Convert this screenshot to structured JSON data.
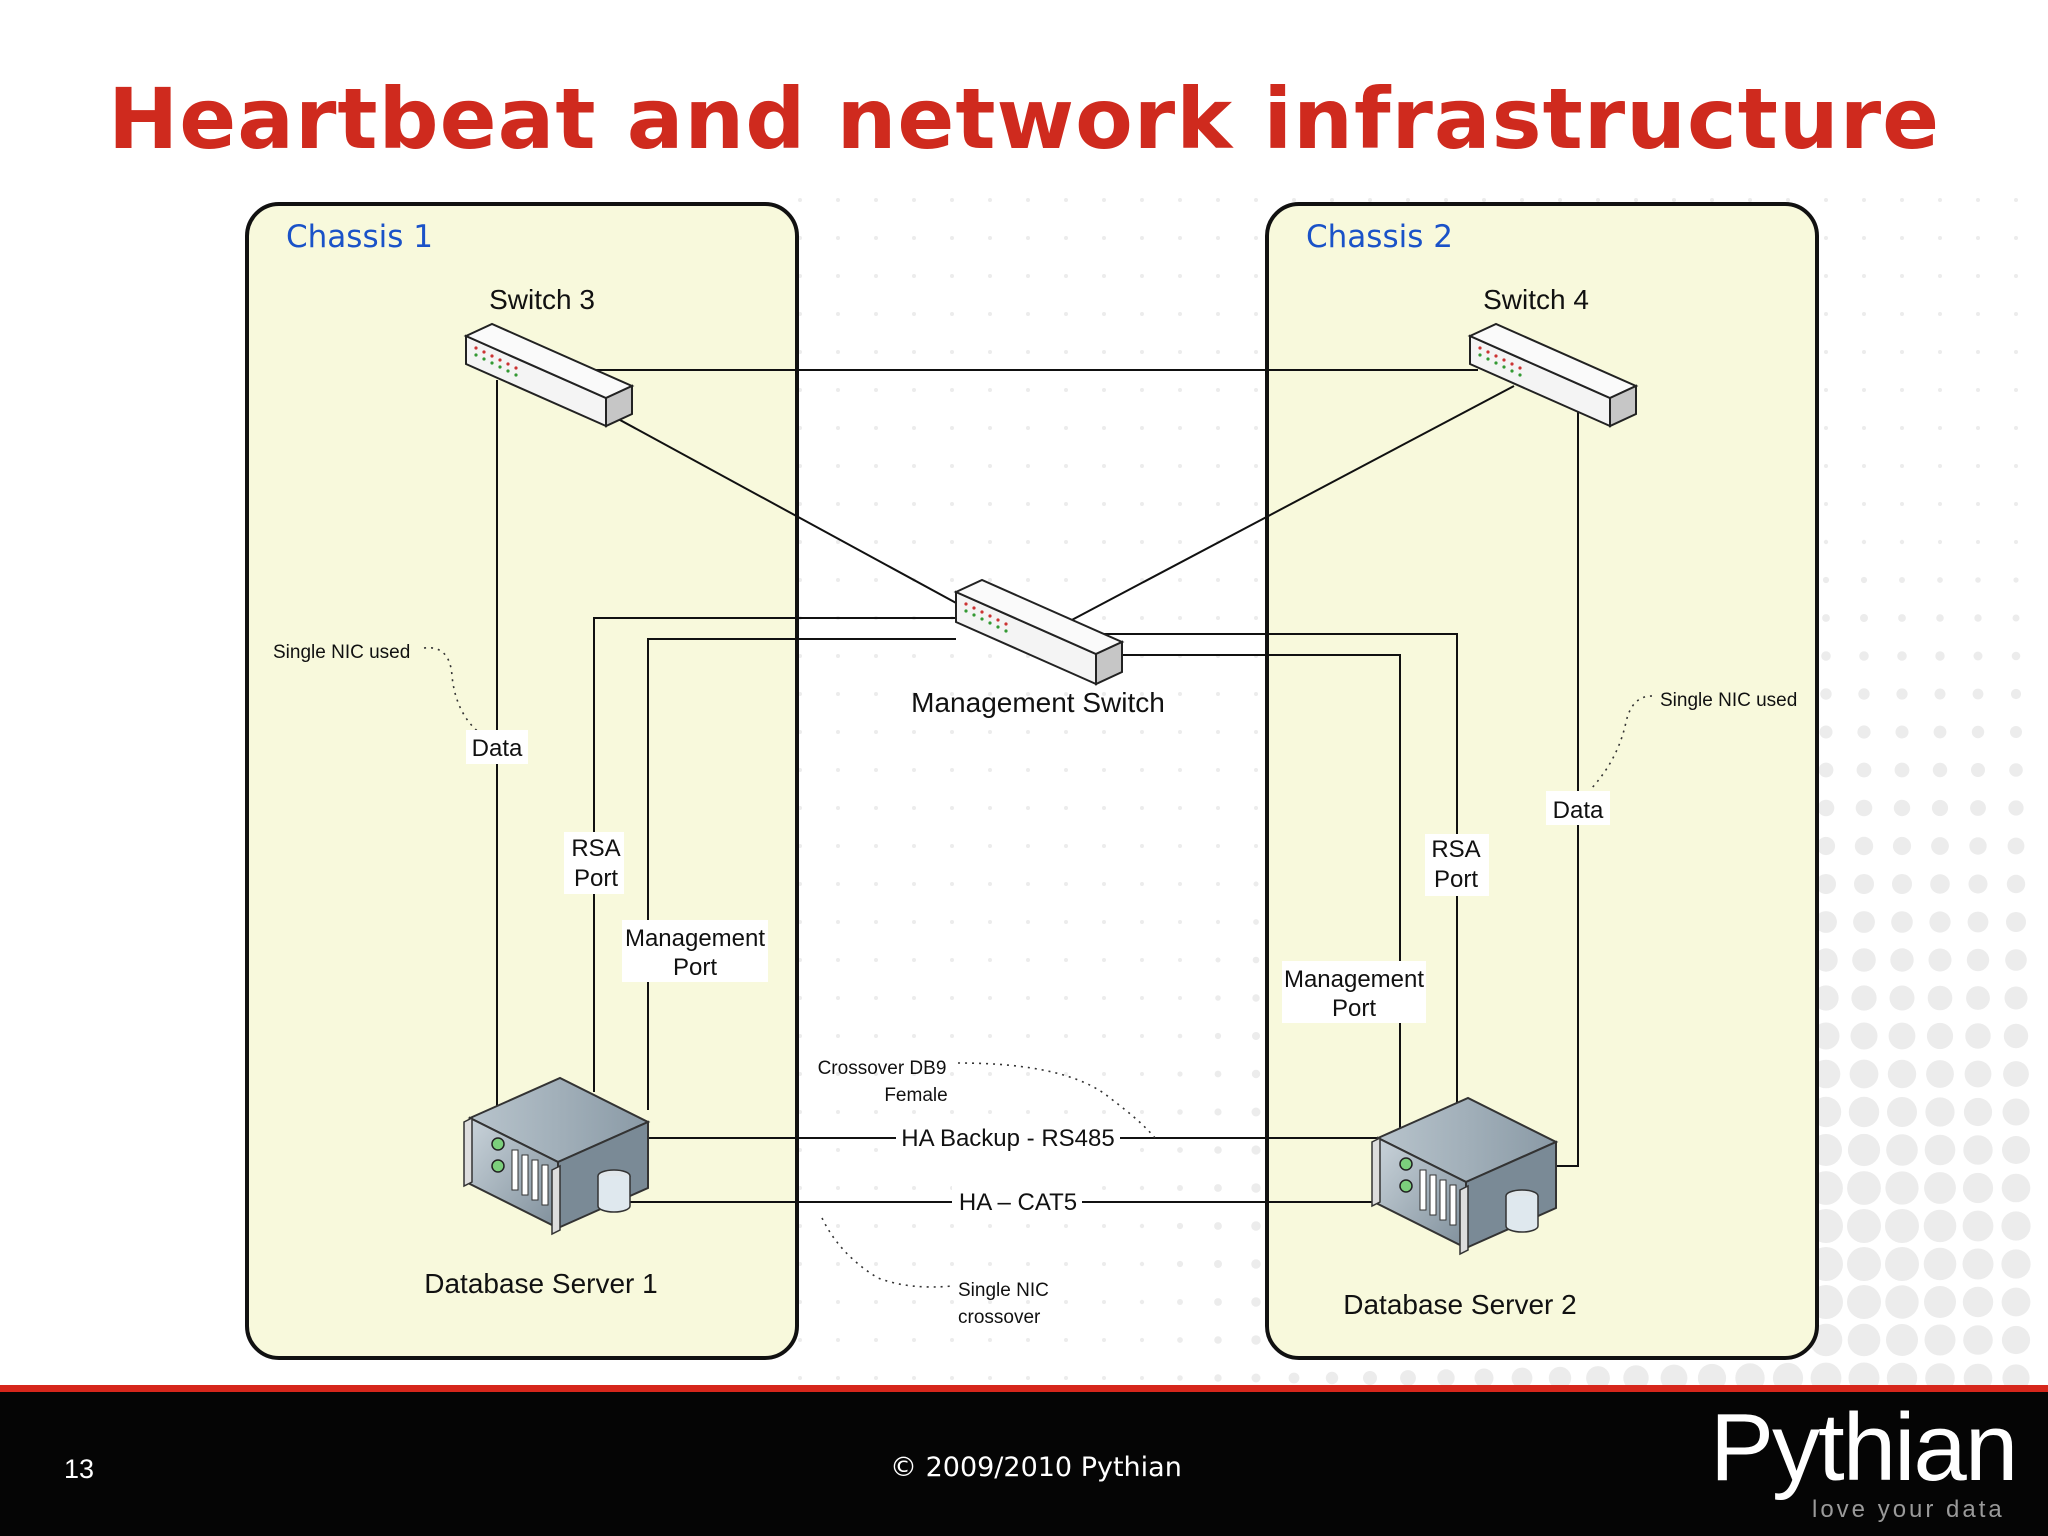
{
  "slide": {
    "title": "Heartbeat and network infrastructure",
    "page_number": "13",
    "copyright": "© 2009/2010 Pythian",
    "logo": {
      "name": "Pythian",
      "tagline": "love your data"
    }
  },
  "colors": {
    "title": "#cf2a1e",
    "chassis_fill": "#f8f9dc",
    "chassis_label": "#1a52c8",
    "footer_bg": "#050505",
    "footer_rule": "#d6261b"
  },
  "chassis": [
    {
      "label": "Chassis 1"
    },
    {
      "label": "Chassis 2"
    }
  ],
  "nodes": {
    "switch3": "Switch 3",
    "switch4": "Switch 4",
    "mgmt_switch": "Management Switch",
    "db1": "Database Server 1",
    "db2": "Database Server 2"
  },
  "labels": {
    "data_left": "Data",
    "data_right": "Data",
    "rsa_left": [
      "RSA",
      "Port"
    ],
    "rsa_right": [
      "RSA",
      "Port"
    ],
    "mgmt_port_left": [
      "Management",
      "Port"
    ],
    "mgmt_port_right": [
      "Management",
      "Port"
    ],
    "ha_backup": "HA Backup - RS485",
    "ha_cat5": "HA – CAT5"
  },
  "annotations": {
    "single_nic_left": "Single NIC used",
    "single_nic_right": "Single NIC used",
    "crossover_db9": [
      "Crossover DB9",
      "Female"
    ],
    "single_nic_crossover": [
      "Single NIC",
      "crossover"
    ]
  }
}
